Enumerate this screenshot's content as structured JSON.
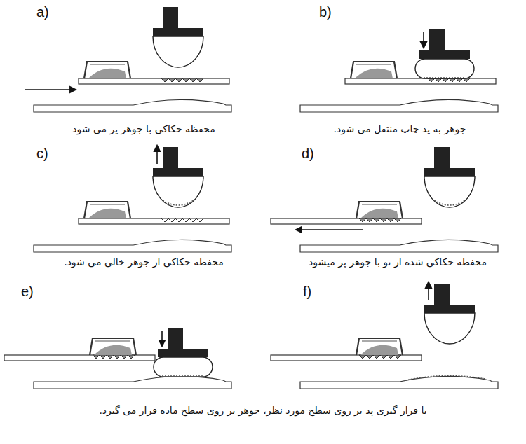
{
  "diagram": {
    "caption": "با قرار گیری پد بر روی سطح مورد نظر، جوهر بر روی سطح ماده قرار می گیرد.",
    "labels": [
      "a)",
      "محفظه حکاکی با جوهر پر می شود",
      "b)",
      "جوهر به پد چاپ منتقل می شود.",
      "c)",
      "محفظه حکاکی از جوهر خالی می شود.",
      "d)",
      "محفظه حکاکی شده از نو با جوهر پر میشود",
      "e)",
      "f)"
    ]
  }
}
